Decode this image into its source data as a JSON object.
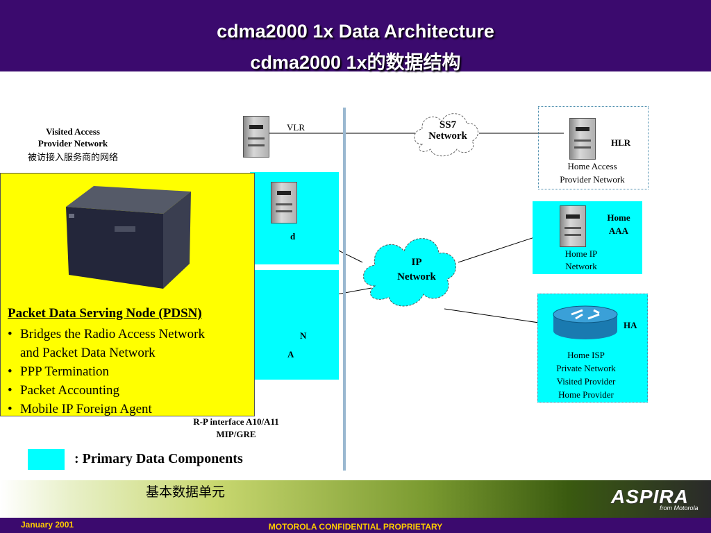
{
  "header": {
    "title_line1": "cdma2000 1x Data Architecture",
    "title_line2": "cdma2000 1x的数据结构"
  },
  "nodes": {
    "vlr": "VLR",
    "ss7_line1": "SS7",
    "ss7_line2": "Network",
    "hlr": "HLR",
    "home_access_line1": "Home Access",
    "home_access_line2": "Provider Network",
    "home_aaa_line1": "Home",
    "home_aaa_line2": "AAA",
    "home_ip_line1": "Home IP",
    "home_ip_line2": "Network",
    "ip_line1": "IP",
    "ip_line2": "Network",
    "ha": "HA",
    "home_isp_lines": [
      "Home ISP",
      "Private Network",
      "Visited Provider",
      "Home Provider"
    ],
    "visited_line1": "Visited  Access",
    "visited_line2": "Provider Network",
    "visited_line3": "被访接入服务商的网络",
    "partial_serving": "d",
    "partial_pdsn": "N",
    "partial_fa": "A"
  },
  "popup": {
    "title": "Packet Data Serving Node (PDSN)",
    "bullets": [
      "Bridges the Radio Access Network",
      "and Packet Data Network",
      "PPP Termination",
      "Packet Accounting",
      "Mobile IP Foreign Agent"
    ]
  },
  "interface": {
    "line1": "R-P interface A10/A11",
    "line2": "MIP/GRE"
  },
  "legend": {
    "label": ": Primary Data Components",
    "label_cn": "基本数据单元",
    "color": "#00ffff"
  },
  "footer": {
    "date": "January 2001",
    "confidential": "MOTOROLA CONFIDENTIAL PROPRIETARY",
    "brand": "ASPIRA",
    "brand_sub": "from Motorola"
  },
  "colors": {
    "header": "#3b0a6e",
    "popup": "#ffff00",
    "components": "#00ffff",
    "divider": "#9ab8d0"
  }
}
